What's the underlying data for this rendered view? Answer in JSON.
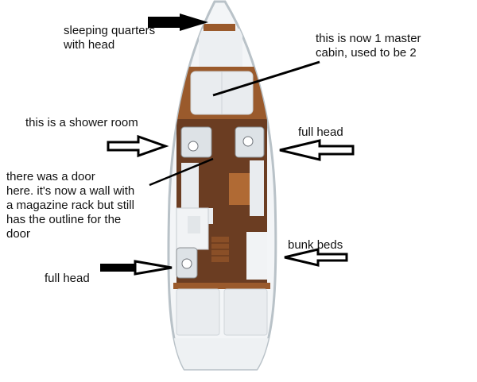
{
  "annotations": {
    "sleeping_quarters": "sleeping quarters\nwith head",
    "master_cabin": "this is now 1 master\ncabin, used to be 2",
    "shower_room": "this is a shower room",
    "full_head_right": "full head",
    "door_note": "there was a door\nhere. it's now a wall with\na magazine rack but still\nhas the outline for the\ndoor",
    "bunk_beds": "bunk beds",
    "full_head_left": "full head"
  },
  "colors": {
    "hull_outline": "#b9c2c8",
    "deck_white": "#f3f5f7",
    "wood_floor": "#6b3d22",
    "wood_trim": "#9a5a2c",
    "cushion": "#e9ecef",
    "arrow": "#000000"
  }
}
